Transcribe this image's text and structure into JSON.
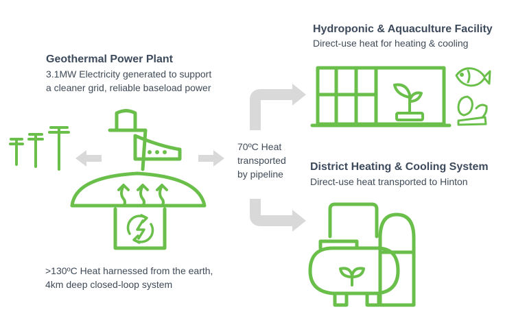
{
  "geothermal": {
    "title": "Geothermal Power Plant",
    "line1": "3.1MW Electricity generated to support",
    "line2": "a cleaner grid, reliable baseload power"
  },
  "heat_source": {
    "line1": ">130ºC Heat harnessed from the earth,",
    "line2": "4km deep closed-loop system"
  },
  "transport": {
    "line1": "70ºC Heat",
    "line2": "transported",
    "line3": "by pipeline"
  },
  "hydroponic": {
    "title": "Hydroponic & Aquaculture Facility",
    "subtitle": "Direct-use heat for heating & cooling"
  },
  "district": {
    "title": "District Heating & Cooling System",
    "subtitle": "Direct-use heat transported to Hinton"
  },
  "colors": {
    "green": "#6abf4b",
    "arrow_gray": "#d9d9d9",
    "text": "#3f4a57"
  },
  "icons": [
    "power-line-tower-icon",
    "power-plant-icon",
    "recycle-lightning-icon",
    "greenhouse-icon",
    "plant-sprout-icon",
    "fish-icon",
    "vegetables-icon",
    "heating-tank-icon"
  ]
}
